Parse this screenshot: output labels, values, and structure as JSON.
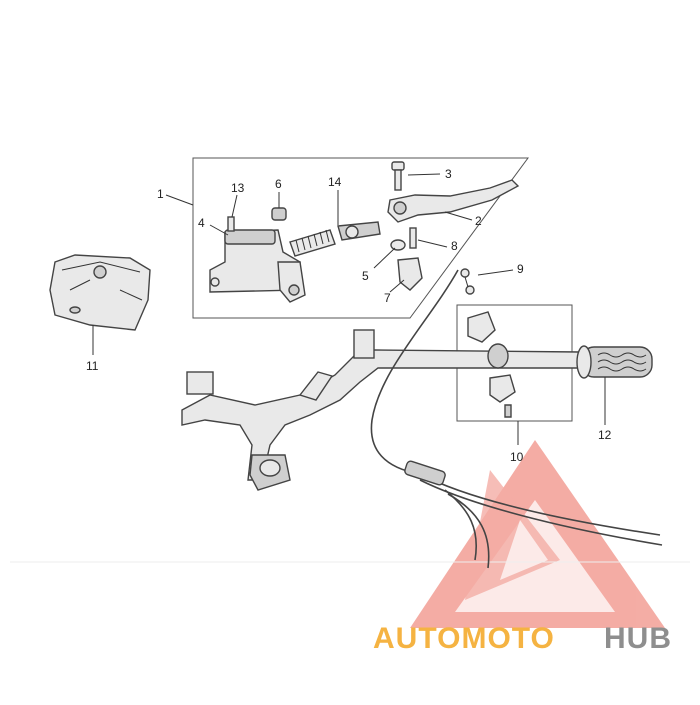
{
  "diagram": {
    "callouts": {
      "c1": "1",
      "c2": "2",
      "c3": "3",
      "c4": "4",
      "c5": "5",
      "c6": "6",
      "c7": "7",
      "c8": "8",
      "c9": "9",
      "c10": "10",
      "c11": "11",
      "c12": "12",
      "c13": "13",
      "c14": "14"
    }
  },
  "watermark": {
    "brand_part1": "AUTOMOTO",
    "brand_part2": "HUB",
    "colors": {
      "accent": "#f08a80",
      "orange": "#f5b342",
      "gray": "#8e8e8e"
    }
  }
}
